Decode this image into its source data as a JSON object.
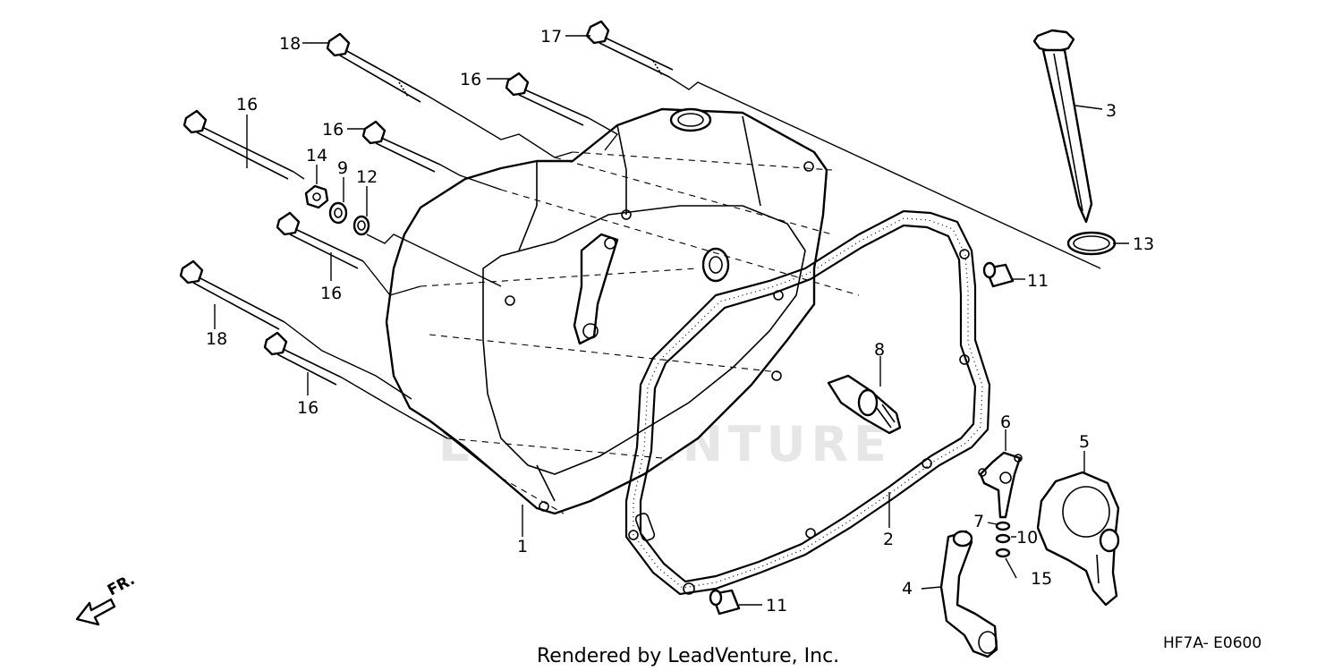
{
  "watermark": "LEADVENTURE",
  "footer": {
    "rendered_by": "Rendered by LeadVenture, Inc.",
    "diagram_code": "HF7A- E0600"
  },
  "direction_label": "FR.",
  "callouts": {
    "c1": "1",
    "c2": "2",
    "c3": "3",
    "c4": "4",
    "c5": "5",
    "c6": "6",
    "c7": "7",
    "c8": "8",
    "c9": "9",
    "c10": "10",
    "c11a": "11",
    "c11b": "11",
    "c12": "12",
    "c13": "13",
    "c14": "14",
    "c15": "15",
    "c16a": "16",
    "c16b": "16",
    "c16c": "16",
    "c16d": "16",
    "c16e": "16",
    "c17": "17",
    "c18a": "18",
    "c18b": "18"
  }
}
